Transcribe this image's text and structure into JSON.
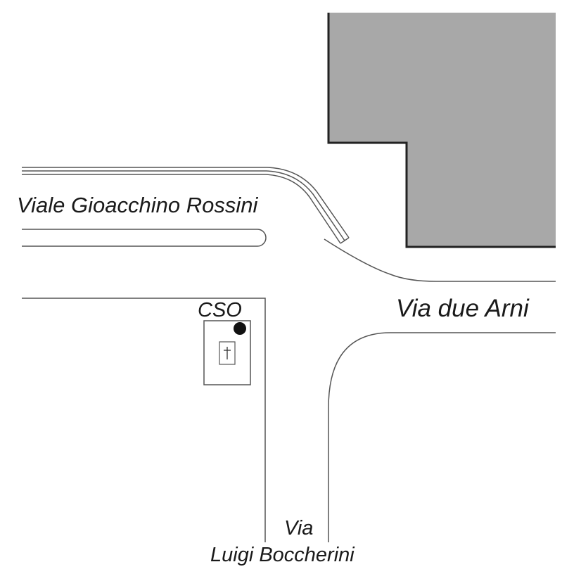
{
  "map": {
    "streets": {
      "viale_rossini": "Viale Gioacchino Rossini",
      "via_due_arni": "Via due Arni",
      "via_boccherini_line1": "Via",
      "via_boccherini_line2": "Luigi Boccherini"
    },
    "marker": {
      "label": "CSO",
      "icon": "filled-circle"
    },
    "building_icon": "cross-icon",
    "colors": {
      "block_fill": "#a8a8a8",
      "block_stroke": "#222222",
      "road_line": "#555555",
      "marker_fill": "#111111"
    }
  }
}
